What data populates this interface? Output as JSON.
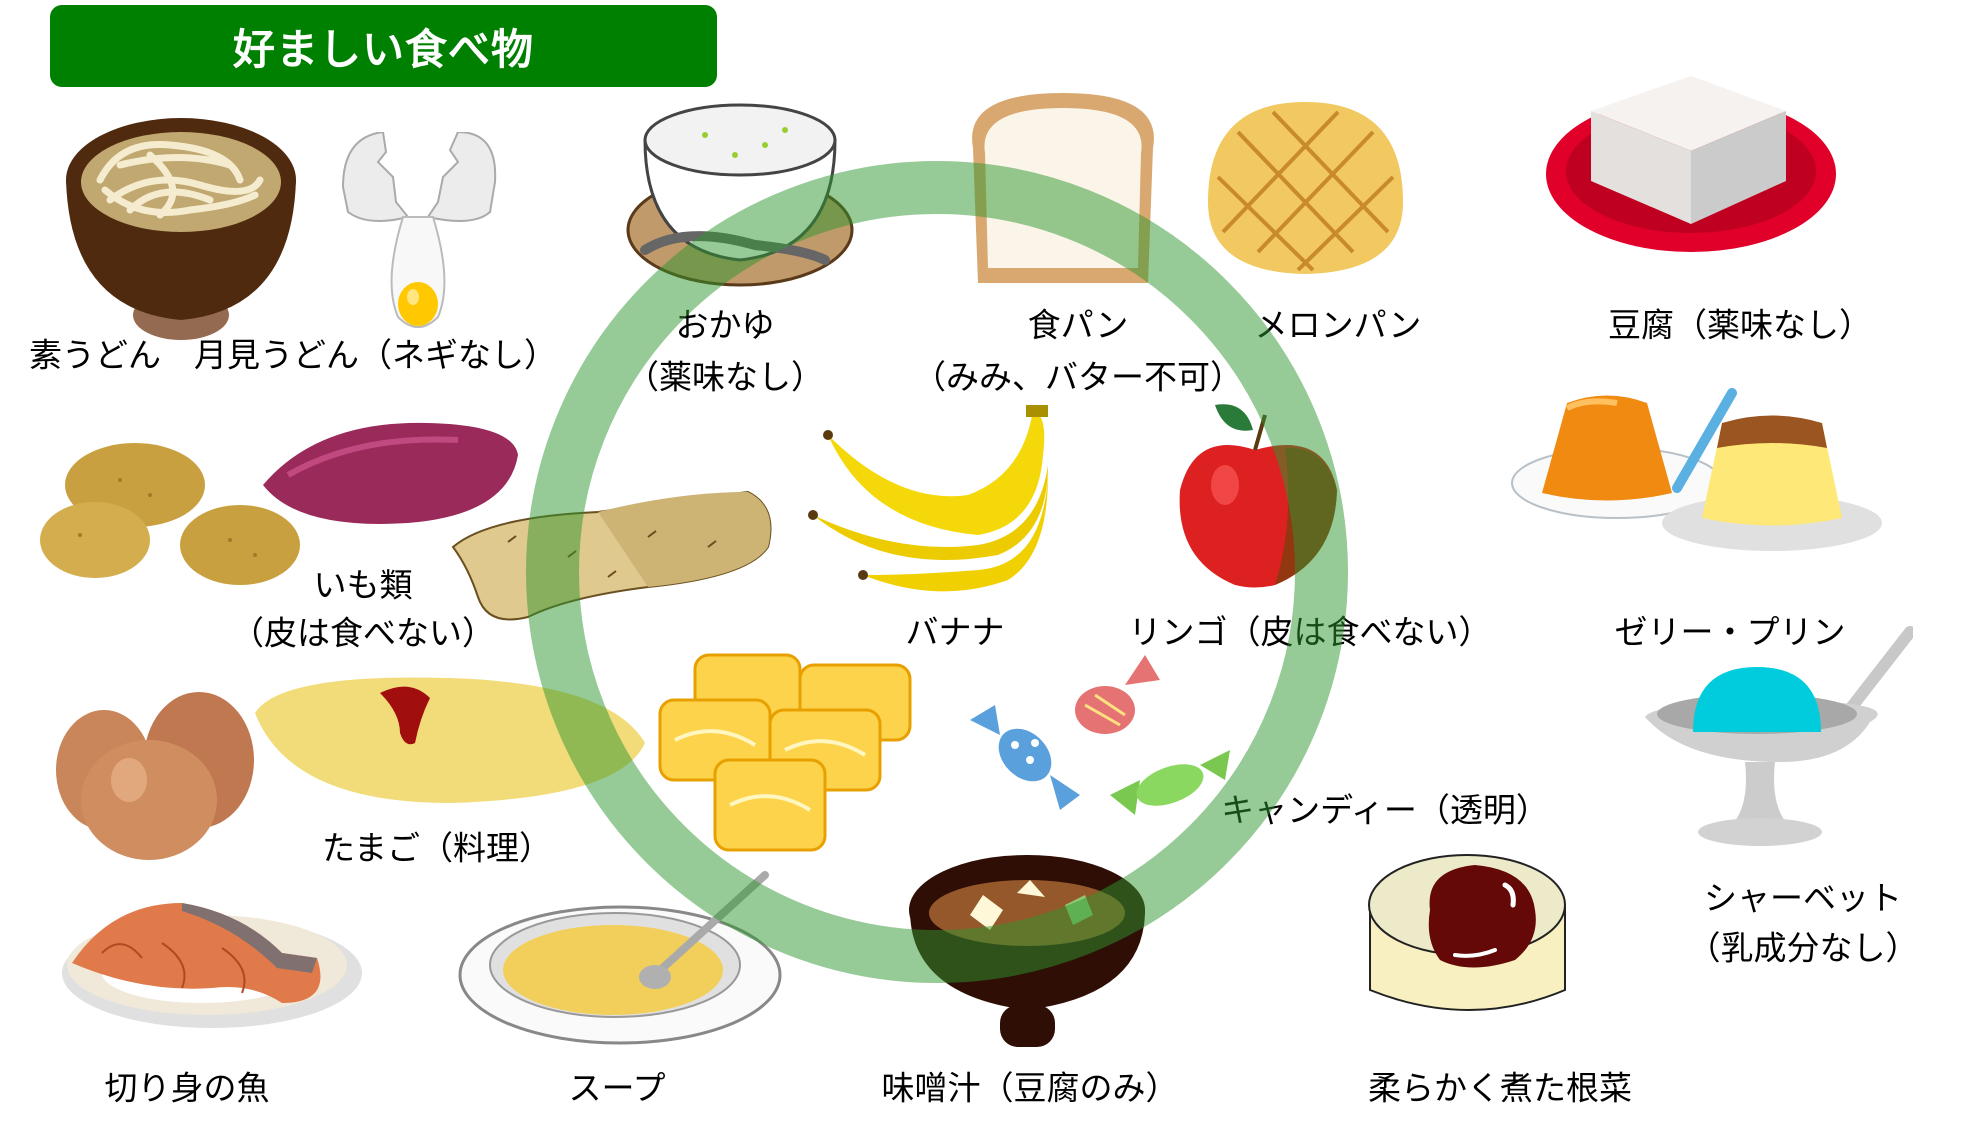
{
  "header": {
    "title": "好ましい食べ物",
    "color": "#008000"
  },
  "ring": {
    "color": "rgba(45,150,45,0.5)"
  },
  "items": [
    {
      "id": "udon",
      "label": "素うどん　月見うどん（ネギなし）"
    },
    {
      "id": "okayu",
      "label_line1": "おかゆ",
      "label_line2": "（薬味なし）"
    },
    {
      "id": "shokupan",
      "label_line1": "食パン",
      "label_line2": "（みみ、バター不可）"
    },
    {
      "id": "melonpan",
      "label": "メロンパン"
    },
    {
      "id": "tofu",
      "label": "豆腐（薬味なし）"
    },
    {
      "id": "imo",
      "label_line1": "いも類",
      "label_line2": "（皮は食べない）"
    },
    {
      "id": "banana",
      "label": "バナナ"
    },
    {
      "id": "apple",
      "label": "リンゴ（皮は食べない）"
    },
    {
      "id": "jelly",
      "label": "ゼリー・プリン"
    },
    {
      "id": "egg",
      "label": "たまご（料理）"
    },
    {
      "id": "candy",
      "label": "キャンディー（透明）"
    },
    {
      "id": "sherbet",
      "label_line1": "シャーベット",
      "label_line2": "（乳成分なし）"
    },
    {
      "id": "fish",
      "label": "切り身の魚"
    },
    {
      "id": "soup",
      "label": "スープ"
    },
    {
      "id": "miso",
      "label": "味噌汁（豆腐のみ）"
    },
    {
      "id": "root",
      "label": "柔らかく煮た根菜"
    }
  ]
}
